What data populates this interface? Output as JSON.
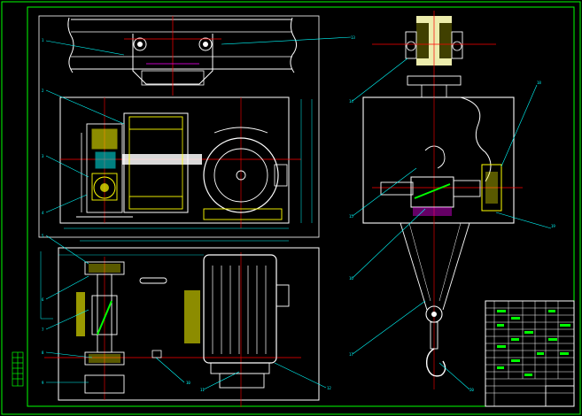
{
  "drawing": {
    "colors": {
      "background": "#000000",
      "frame": "#00ff00",
      "outline": "#ffffff",
      "centerline": "#ff0000",
      "leader": "#00ffff",
      "part": "#ffff00",
      "hidden": "#ff00ff"
    },
    "callouts": [
      "1",
      "2",
      "3",
      "4",
      "5",
      "6",
      "7",
      "8",
      "9",
      "10",
      "11",
      "12",
      "13",
      "14",
      "15",
      "16",
      "17",
      "18",
      "19",
      "20"
    ]
  }
}
